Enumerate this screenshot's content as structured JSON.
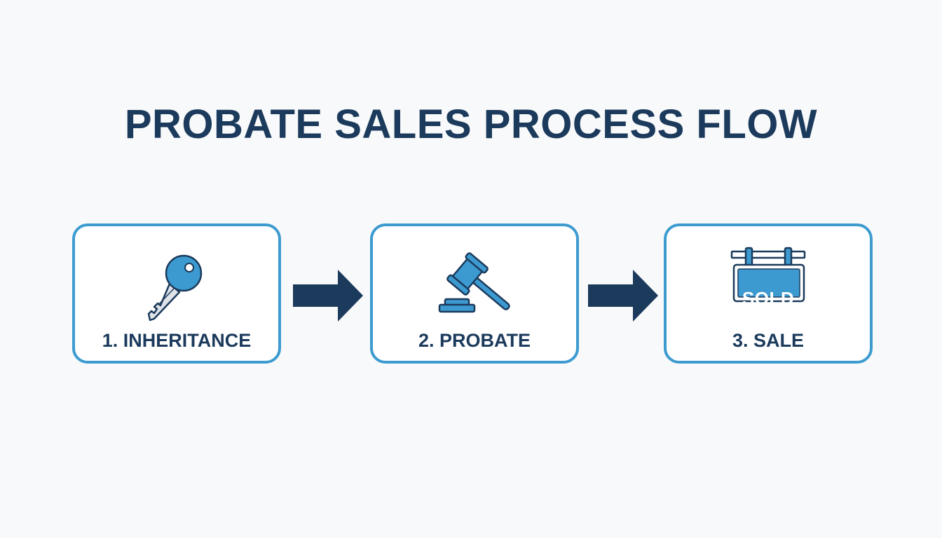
{
  "title": "PROBATE SALES PROCESS FLOW",
  "colors": {
    "primary_dark": "#1b3a5c",
    "accent_blue": "#3d9bd0",
    "icon_fill": "#3c9ad0",
    "background": "#f8f9fa"
  },
  "steps": [
    {
      "label": "1. INHERITANCE",
      "icon": "key-icon"
    },
    {
      "label": "2. PROBATE",
      "icon": "gavel-icon"
    },
    {
      "label": "3. SALE",
      "icon": "sold-sign-icon",
      "sign_text": "SOLD"
    }
  ],
  "connectors": [
    {
      "from": "1. INHERITANCE",
      "to": "2. PROBATE",
      "icon": "arrow-right-icon"
    },
    {
      "from": "2. PROBATE",
      "to": "3. SALE",
      "icon": "arrow-right-icon"
    }
  ]
}
